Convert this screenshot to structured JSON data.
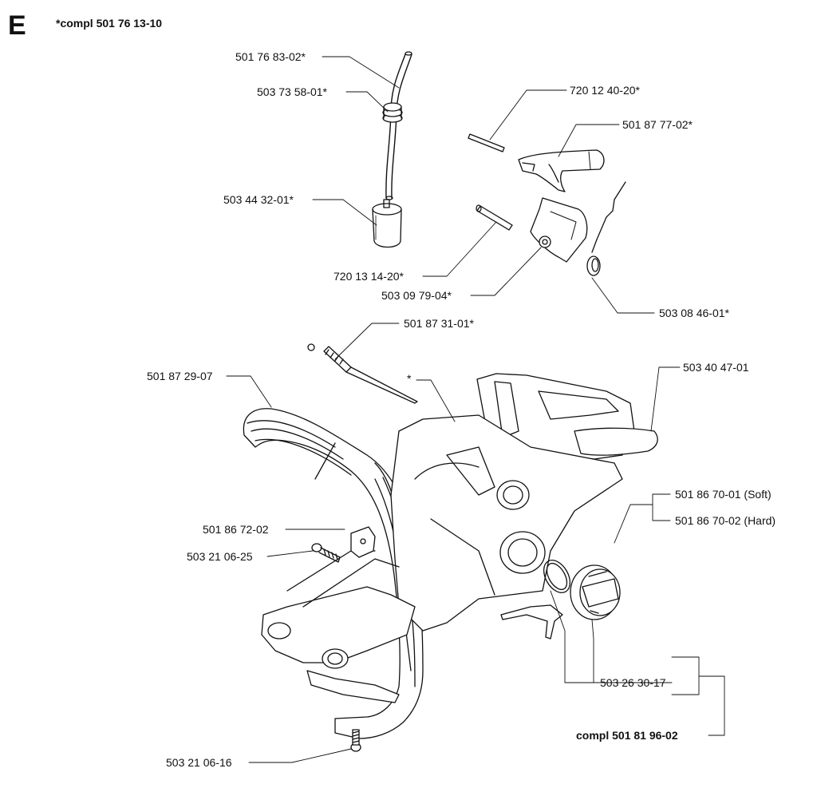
{
  "section_letter": "E",
  "header_note": "*compl 501 76 13-10",
  "parts": [
    {
      "id": "p1",
      "label": "501 76 83-02*"
    },
    {
      "id": "p2",
      "label": "503 73 58-01*"
    },
    {
      "id": "p3",
      "label": "503 44 32-01*"
    },
    {
      "id": "p4",
      "label": "720 12 40-20*"
    },
    {
      "id": "p5",
      "label": "501 87 77-02*"
    },
    {
      "id": "p6",
      "label": "720 13 14-20*"
    },
    {
      "id": "p7",
      "label": "503 09 79-04*"
    },
    {
      "id": "p8",
      "label": "503 08 46-01*"
    },
    {
      "id": "p9",
      "label": "501 87 31-01*"
    },
    {
      "id": "p10",
      "label": "*"
    },
    {
      "id": "p11",
      "label": "501 87 29-07"
    },
    {
      "id": "p12",
      "label": "503 40 47-01"
    },
    {
      "id": "p13",
      "label": "501 86 70-01 (Soft)"
    },
    {
      "id": "p14",
      "label": "501 86 70-02 (Hard)"
    },
    {
      "id": "p15",
      "label": "501 86 72-02"
    },
    {
      "id": "p16",
      "label": "503 21 06-25"
    },
    {
      "id": "p17",
      "label": "503 26 30-17"
    },
    {
      "id": "p18",
      "label": "compl 501 81 96-02"
    },
    {
      "id": "p19",
      "label": "503 21 06-16"
    }
  ]
}
